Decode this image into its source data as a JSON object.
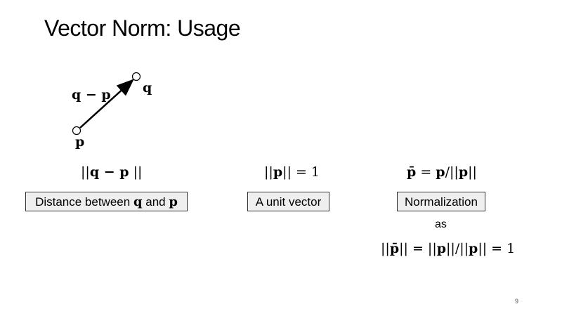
{
  "slide": {
    "title": "Vector Norm: Usage",
    "page_number": "9"
  },
  "diagram": {
    "label_diff": "q − p",
    "label_q": "q",
    "label_p": "p"
  },
  "columns": [
    {
      "formula_parts": [
        "||",
        "q − p",
        " ||"
      ],
      "box_prefix": "Distance between ",
      "box_var1": "q",
      "box_mid": " and ",
      "box_var2": "p"
    },
    {
      "formula_parts": [
        "||",
        "p",
        "|| = 1"
      ],
      "box_label": "A unit vector"
    },
    {
      "formula_parts": [
        "p̄",
        " = ",
        "p",
        "/||",
        "p",
        "||"
      ],
      "box_label": "Normalization",
      "connector": "as",
      "formula2_parts": [
        "||",
        "p̄",
        "|| = ||",
        "p",
        "||/||",
        "p",
        "|| = 1"
      ]
    }
  ]
}
